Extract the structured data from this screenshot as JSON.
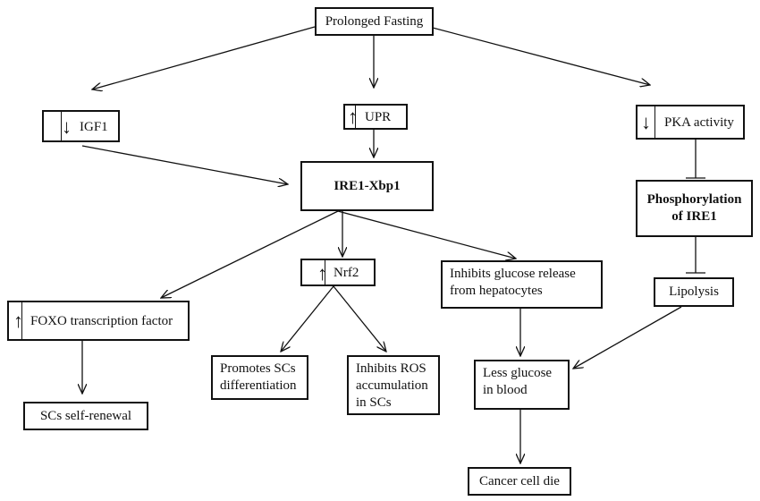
{
  "nodes": {
    "prolonged_fasting": "Prolonged Fasting",
    "igf1": "IGF1",
    "upr": "UPR",
    "pka_activity": "PKA activity",
    "ire1_xbp1": "IRE1-Xbp1",
    "phosphorylation_ire1_line1": "Phosphorylation",
    "phosphorylation_ire1_line2": "of IRE1",
    "nrf2": "Nrf2",
    "foxo": "FOXO transcription factor",
    "inhibits_glucose_line1": "Inhibits glucose release",
    "inhibits_glucose_line2": "from hepatocytes",
    "lipolysis": "Lipolysis",
    "promotes_scs_line1": "Promotes SCs",
    "promotes_scs_line2": "differentiation",
    "inhibits_ros_line1": "Inhibits ROS",
    "inhibits_ros_line2": "accumulation",
    "inhibits_ros_line3": "in SCs",
    "less_glucose_line1": "Less glucose",
    "less_glucose_line2": "in blood",
    "scs_self_renewal": "SCs self-renewal",
    "cancer_cell_die": "Cancer cell die"
  },
  "indicators": {
    "igf1": "down",
    "upr": "up",
    "pka_activity": "down",
    "nrf2": "up",
    "foxo": "up"
  }
}
